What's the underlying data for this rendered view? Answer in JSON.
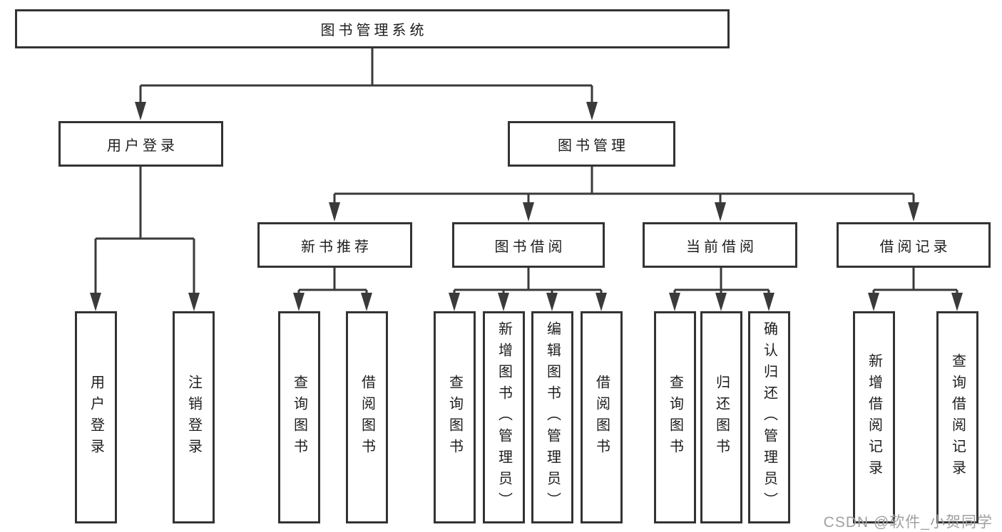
{
  "diagram": {
    "root": {
      "label": "图书管理系统"
    },
    "level2": [
      {
        "label": "用户登录",
        "leaves": [
          {
            "label": "用户登录"
          },
          {
            "label": "注销登录"
          }
        ]
      },
      {
        "label": "图书管理",
        "groups": [
          {
            "label": "新书推荐",
            "leaves": [
              {
                "label": "查询图书"
              },
              {
                "label": "借阅图书"
              }
            ]
          },
          {
            "label": "图书借阅",
            "leaves": [
              {
                "label": "查询图书"
              },
              {
                "label": "新增图书（管理员）"
              },
              {
                "label": "编辑图书（管理员）"
              },
              {
                "label": "借阅图书"
              }
            ]
          },
          {
            "label": "当前借阅",
            "leaves": [
              {
                "label": "查询图书"
              },
              {
                "label": "归还图书"
              },
              {
                "label": "确认归还（管理员）"
              }
            ]
          },
          {
            "label": "借阅记录",
            "leaves": [
              {
                "label": "新增借阅记录"
              },
              {
                "label": "查询借阅记录"
              }
            ]
          }
        ]
      }
    ]
  },
  "watermark": {
    "text": "CSDN @软件_小贺同学"
  },
  "colors": {
    "line": "#3a3a3a",
    "border": "#333333",
    "text": "#1d1d1d",
    "watermark": "#a0a0a0",
    "background": "#ffffff"
  }
}
